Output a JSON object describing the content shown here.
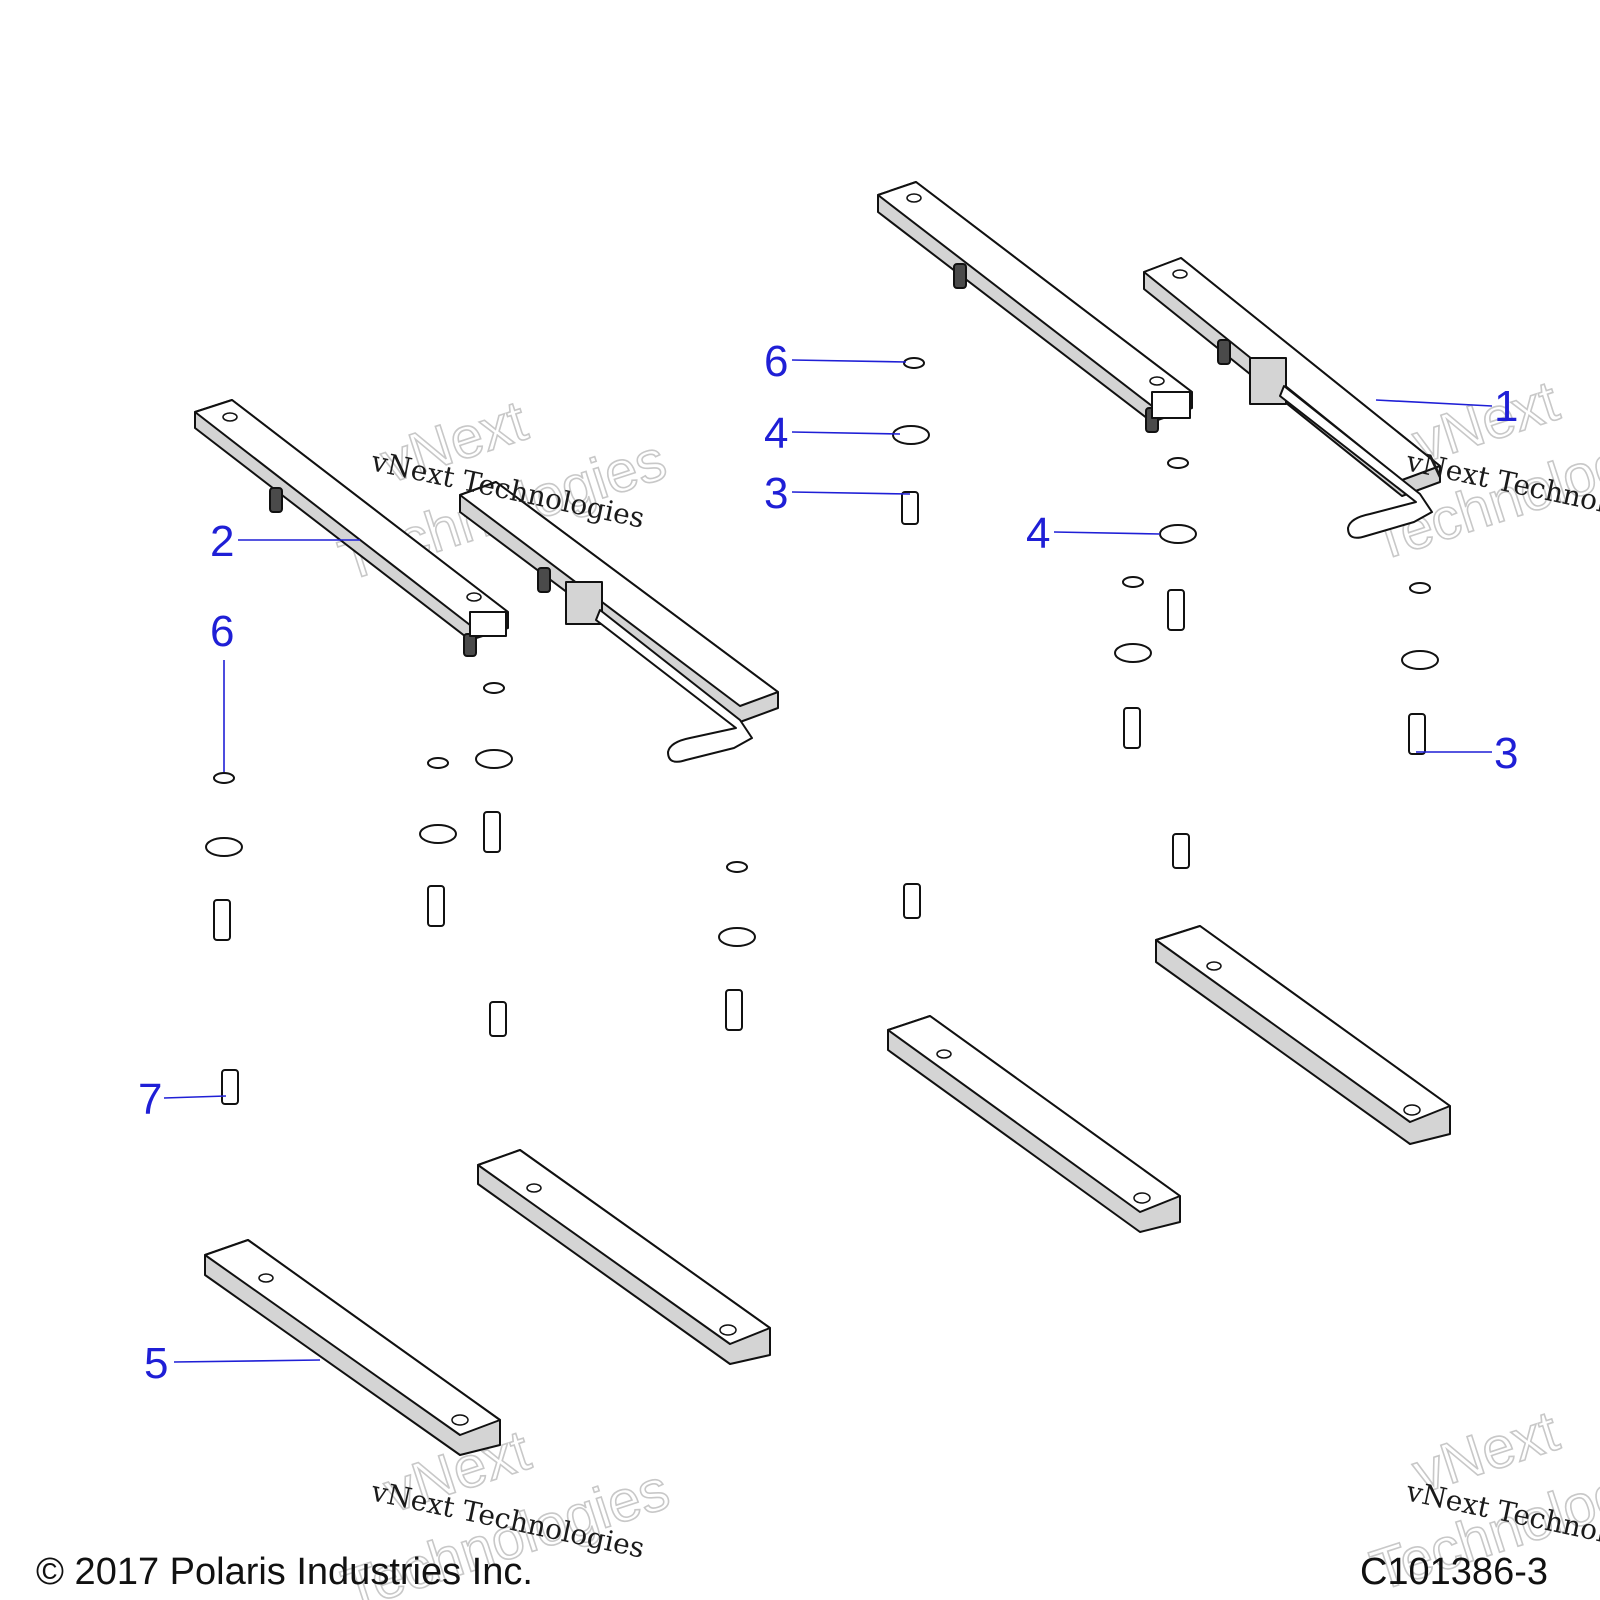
{
  "diagram": {
    "callouts": [
      {
        "label": "1"
      },
      {
        "label": "2"
      },
      {
        "label": "3"
      },
      {
        "label": "3"
      },
      {
        "label": "4"
      },
      {
        "label": "4"
      },
      {
        "label": "5"
      },
      {
        "label": "6"
      },
      {
        "label": "6"
      },
      {
        "label": "7"
      }
    ],
    "callout_color": "#1f1fd6"
  },
  "watermark": {
    "line1": "vNext",
    "line2": "Technologies",
    "line3": "vNext Technologies"
  },
  "footer": {
    "copyright": "© 2017 Polaris Industries Inc.",
    "code": "C101386-3"
  }
}
